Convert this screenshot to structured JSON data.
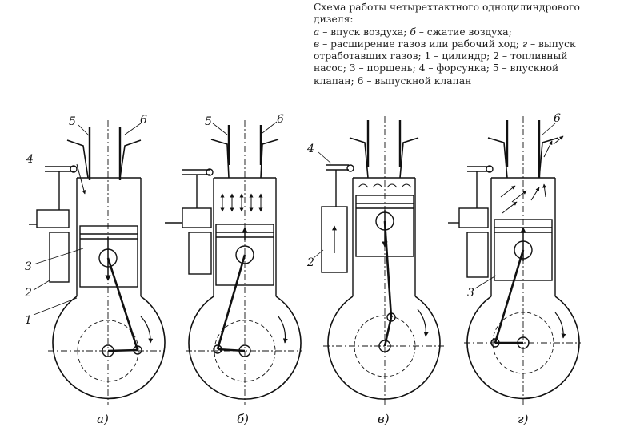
{
  "caption": {
    "title_line1": "Схема работы четырехтактного одноцилиндрового",
    "title_line2": "дизеля:",
    "line3_a": "а",
    "line3_a_text": " – впуск воздуха; ",
    "line3_b": "б",
    "line3_b_text": " – сжатие воздуха;",
    "line4_v": "в",
    "line4_v_text": " – расширение газов или рабочий ход; ",
    "line4_g": "г",
    "line4_g_text": " – выпуск",
    "line5": "отработавших газов; 1 – цилиндр; 2 – топливный",
    "line6": "насос; 3 – поршень; 4 – форсунка; 5 – впускной",
    "line7": "клапан; 6 – выпускной клапан"
  },
  "panels": [
    {
      "id": "a",
      "letter": "а)",
      "labels": [
        "5",
        "6",
        "4",
        "3",
        "2",
        "1"
      ]
    },
    {
      "id": "b",
      "letter": "б)",
      "labels": [
        "5",
        "6"
      ]
    },
    {
      "id": "v",
      "letter": "в)",
      "labels": [
        "4",
        "2"
      ]
    },
    {
      "id": "g",
      "letter": "г)",
      "labels": [
        "6",
        "3"
      ]
    }
  ],
  "colors": {
    "ink": "#111111",
    "background": "#ffffff"
  }
}
